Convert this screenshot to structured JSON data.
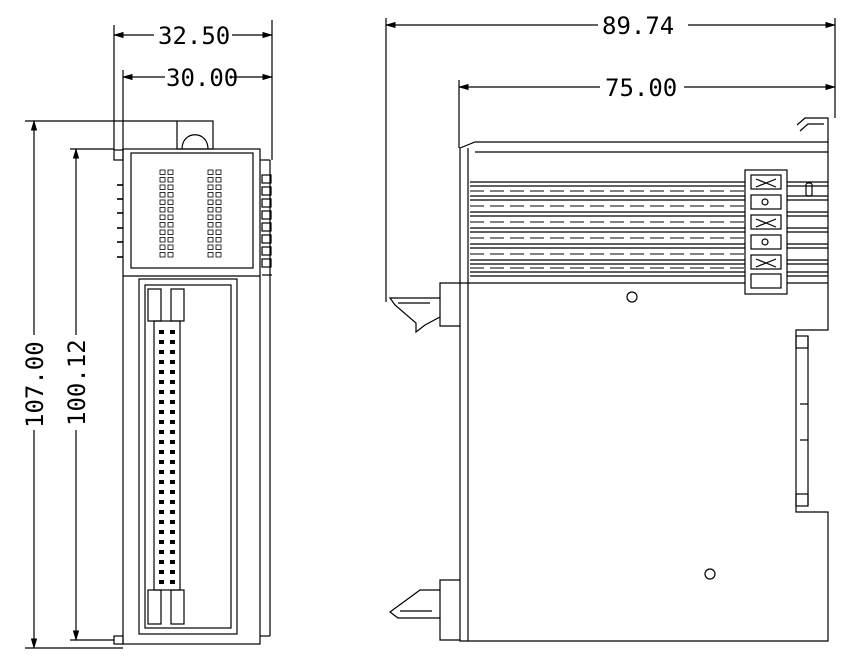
{
  "dimensions": {
    "front_width_outer": "32.50",
    "front_width_inner": "30.00",
    "front_height_outer": "107.00",
    "front_height_inner": "100.12",
    "side_depth_outer": "89.74",
    "side_depth_inner": "75.00"
  },
  "colors": {
    "line": "#000000",
    "background": "#ffffff"
  }
}
